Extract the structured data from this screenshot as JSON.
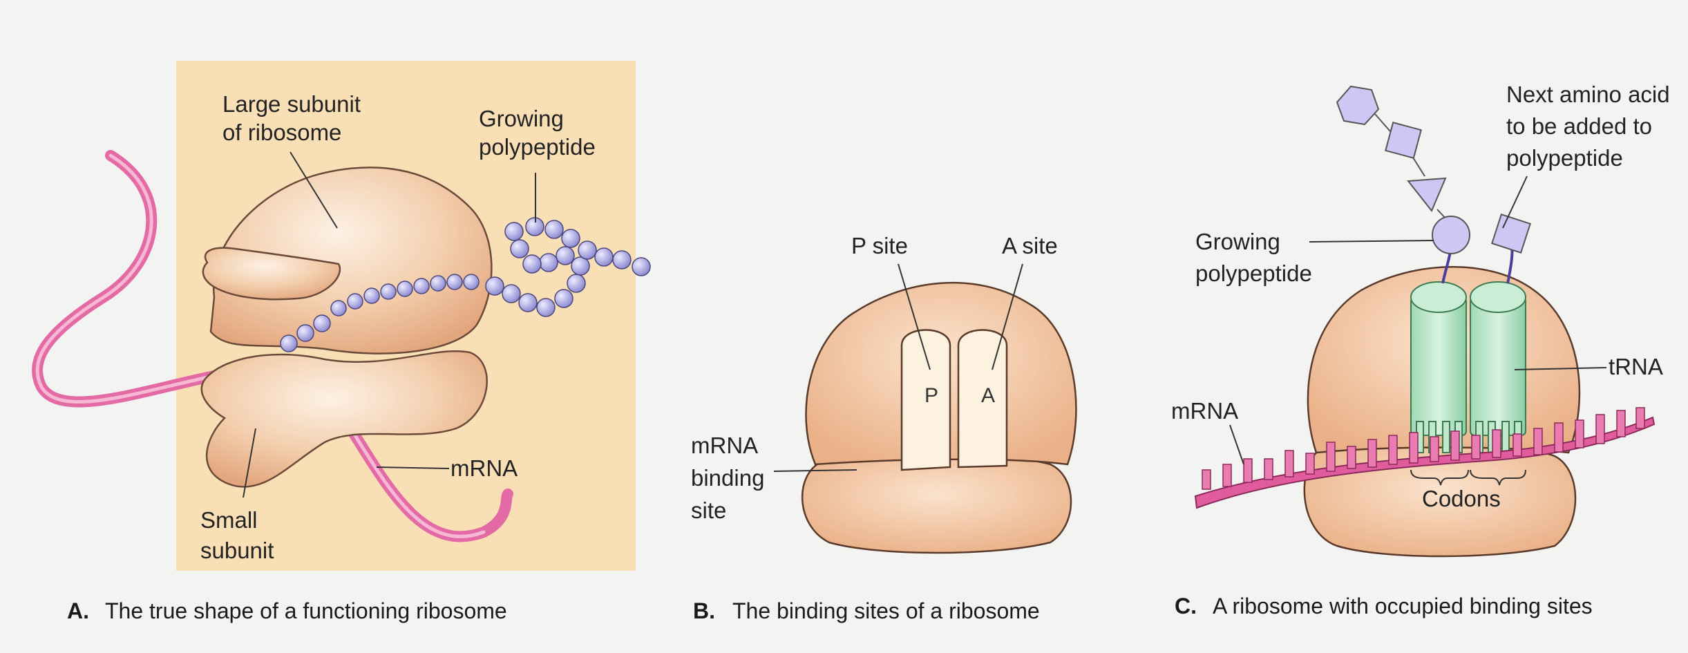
{
  "panel_a": {
    "large_subunit_line1": "Large subunit",
    "large_subunit_line2": "of ribosome",
    "polypeptide_line1": "Growing",
    "polypeptide_line2": "polypeptide",
    "mrna": "mRNA",
    "small_line1": "Small",
    "small_line2": "subunit",
    "caption_letter": "A.",
    "caption": "The true shape of a functioning ribosome"
  },
  "panel_b": {
    "p_site": "P site",
    "a_site": "A site",
    "p_letter": "P",
    "a_letter": "A",
    "mrna_binding_line1": "mRNA",
    "mrna_binding_line2": "binding",
    "mrna_binding_line3": "site",
    "caption_letter": "B.",
    "caption": "The binding sites of a ribosome"
  },
  "panel_c": {
    "next_line1": "Next amino acid",
    "next_line2": "to be added to",
    "next_line3": "polypeptide",
    "polypeptide_line1": "Growing",
    "polypeptide_line2": "polypeptide",
    "trna": "tRNA",
    "mrna": "mRNA",
    "codons": "Codons",
    "caption_letter": "C.",
    "caption": "A ribosome with occupied binding sites"
  }
}
